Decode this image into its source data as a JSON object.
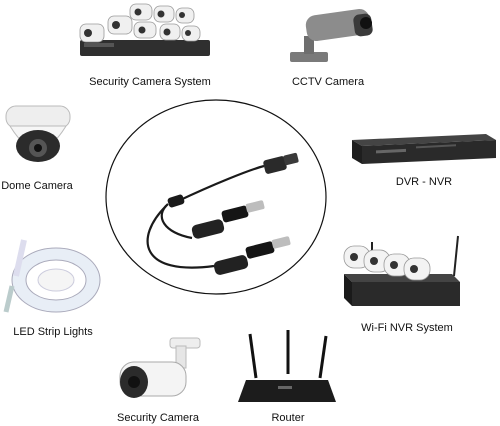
{
  "labels": {
    "security_camera_system": "Security Camera System",
    "cctv_camera": "CCTV Camera",
    "dome_camera": "Dome Camera",
    "dvr_nvr": "DVR - NVR",
    "led_strip_lights": "LED Strip Lights",
    "wifi_nvr_system": "Wi-Fi NVR System",
    "security_camera": "Security Camera",
    "router": "Router"
  },
  "colors": {
    "circle_border": "#111111",
    "cable": "#1a1a1a",
    "device_dark": "#2b2b2b",
    "device_light": "#f2f2f2"
  }
}
